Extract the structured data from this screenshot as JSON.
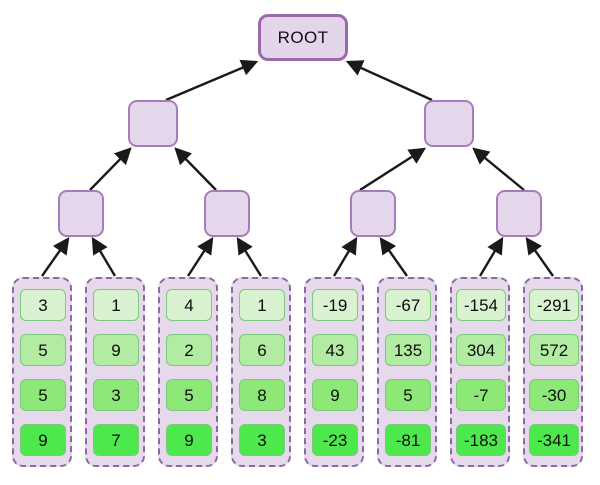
{
  "diagram": {
    "type": "reduction-tree",
    "root": {
      "label": "ROOT"
    },
    "internal_levels": [
      {
        "level": 1,
        "node_count": 2,
        "labels": [
          "",
          ""
        ]
      },
      {
        "level": 2,
        "node_count": 4,
        "labels": [
          "",
          "",
          "",
          ""
        ]
      }
    ],
    "leaf_group_count": 8,
    "leaf_rows_per_group": 4,
    "leaf_groups": [
      {
        "index": 0,
        "values": [
          "3",
          "5",
          "5",
          "9"
        ]
      },
      {
        "index": 1,
        "values": [
          "1",
          "9",
          "3",
          "7"
        ]
      },
      {
        "index": 2,
        "values": [
          "4",
          "2",
          "5",
          "9"
        ]
      },
      {
        "index": 3,
        "values": [
          "1",
          "6",
          "8",
          "3"
        ]
      },
      {
        "index": 4,
        "values": [
          "-19",
          "43",
          "9",
          "-23"
        ]
      },
      {
        "index": 5,
        "values": [
          "-67",
          "135",
          "5",
          "-81"
        ]
      },
      {
        "index": 6,
        "values": [
          "-154",
          "304",
          "-7",
          "-183"
        ]
      },
      {
        "index": 7,
        "values": [
          "-291",
          "572",
          "-30",
          "-341"
        ]
      }
    ],
    "colors": {
      "root_fill": "#e3d5ea",
      "root_border": "#9a6ba8",
      "internal_fill": "#e4d7ec",
      "internal_border": "#a87cb8",
      "group_fill": "#e6d9ec",
      "group_border": "#8a6aa0",
      "cell_border": "#7ec77e",
      "cell_depth_fills": [
        "#d9f2d0",
        "#b2eba2",
        "#8ee878",
        "#4ce84c"
      ],
      "edge": "#1a1a1a",
      "background": "#ffffff"
    }
  }
}
